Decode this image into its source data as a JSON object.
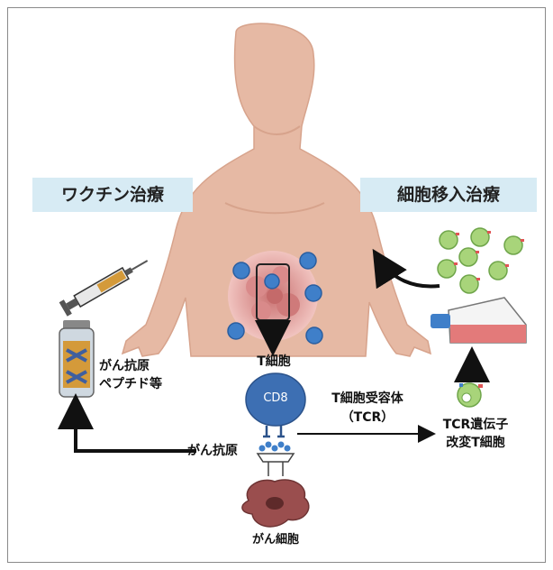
{
  "labels": {
    "vaccine_therapy": "ワクチン治療",
    "cell_transfer_therapy": "細胞移入治療",
    "t_cell": "T細胞",
    "cancer_antigen_peptide_line1": "がん抗原",
    "cancer_antigen_peptide_line2": "ペプチド等",
    "cd8": "CD8",
    "tcr_line1": "T細胞受容体",
    "tcr_line2": "（TCR）",
    "tcr_modified_line1": "TCR遺伝子",
    "tcr_modified_line2": "改変T細胞",
    "cancer_antigen": "がん抗原",
    "cancer_cell": "がん細胞"
  },
  "colors": {
    "label_bg": "#d7ebf4",
    "skin": "#e6b9a4",
    "skin_shadow": "#d7a38c",
    "tumor": "#d98a8a",
    "tcell_blue": "#3f7fc9",
    "cd8_blue": "#3d6fb3",
    "green_cell": "#a8d47a",
    "cancer_cell": "#9a4e4e",
    "flask_red": "#e37a7a"
  }
}
